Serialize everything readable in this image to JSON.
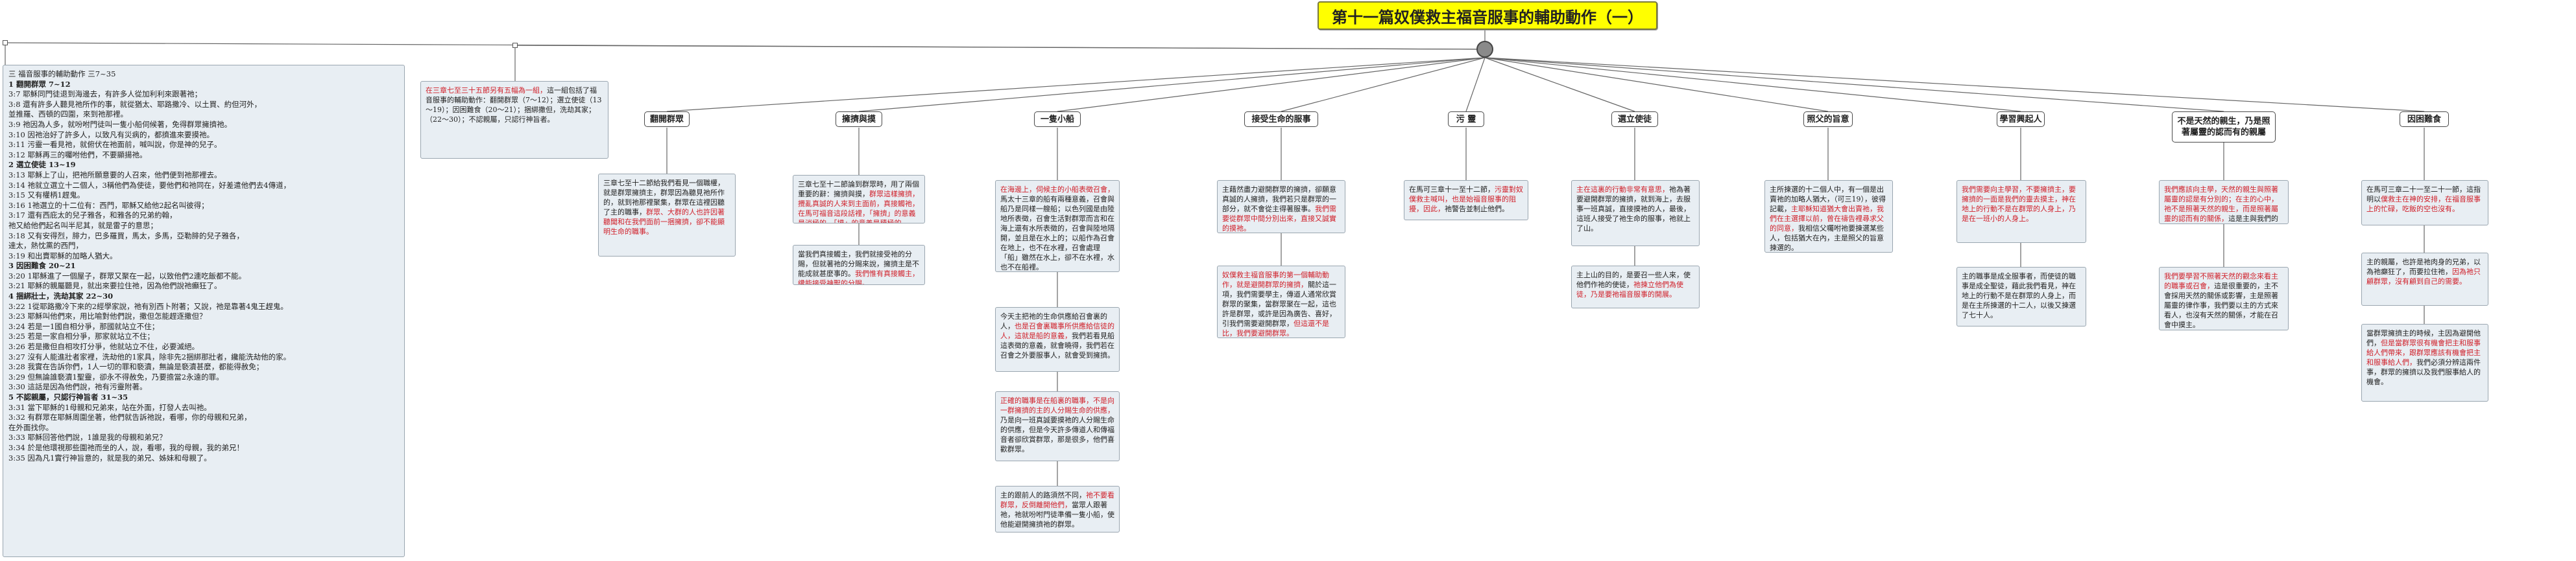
{
  "root": {
    "title": "第十一篇奴僕救主福音服事的輔助動作（一）"
  },
  "outline": {
    "title": "三  福音服事的輔助動作  三7~35",
    "lines": [
      {
        "t": "1    翻開群眾  7~12",
        "h": true
      },
      {
        "t": "3:7   耶穌同門徒退到海邊去，有許多人從加利利來跟著祂；"
      },
      {
        "t": "3:8   還有許多人聽見祂所作的事，就從猶太、耶路撒冷、以土買、約但河外，"
      },
      {
        "t": "並推羅、西頓的四圍，來到祂那裡。"
      },
      {
        "t": "3:9   祂因為人多，就吩咐門徒叫一隻小船伺候著，免得群眾擁擠祂。"
      },
      {
        "t": "3:10  因祂治好了許多人，以致凡有災病的，都擠進來要摸祂。"
      },
      {
        "t": "3:11  污靈一看見祂，就俯伏在祂面前，喊叫說，你是神的兒子。"
      },
      {
        "t": "3:12  耶穌再三的囑咐他們，不要顯揚祂。"
      },
      {
        "t": "2    選立使徒  13~19",
        "h": true
      },
      {
        "t": "3:13  耶穌上了山，把祂所願意要的人召來，他們便到祂那裡去。"
      },
      {
        "t": "3:14  祂就立選立十二個人，3稱他們為使徒，要他們和祂同在，好差遣他們去4傳道，"
      },
      {
        "t": "3:15  又有權柄1趕鬼。"
      },
      {
        "t": "3:16  1祂選立的十二位有：西門，耶穌又給他2起名叫彼得；"
      },
      {
        "t": "3:17  還有西庇太的兒子雅各，和雅各的兄弟約翰，"
      },
      {
        "t": "祂又給他們起名叫半尼其，就是雷子的意思；"
      },
      {
        "t": "3:18  又有安得烈，腓力，巴多羅買，馬太，多馬，亞勒腓的兒子雅各，"
      },
      {
        "t": "達太，熱忱黨的西門，"
      },
      {
        "t": "3:19  和出賣耶穌的加略人猶大。"
      },
      {
        "t": "3    因困難食  20~21",
        "h": true
      },
      {
        "t": "3:20  1耶穌進了一個屋子，群眾又聚在一起，以致他們2連吃飯都不能。"
      },
      {
        "t": "3:21  耶穌的親屬聽見，就出來要拉住祂，因為他們說祂癲狂了。"
      },
      {
        "t": "4    捆綁壯士，洗劫其家  22~30",
        "h": true
      },
      {
        "t": "3:22  1從耶路撒冷下來的2經學家說，祂有別西卜附著；又說，祂是靠著4鬼王趕鬼。"
      },
      {
        "t": "3:23  耶穌叫他們來，用比喻對他們說，撒但怎能趕逐撒但？"
      },
      {
        "t": "3:24  若是一1國自相分爭，那國就站立不住；"
      },
      {
        "t": "3:25  若是一家自相分爭，那家就站立不住；"
      },
      {
        "t": "3:26  若是撒但自相攻打分爭，他就站立不住，必要滅絕。"
      },
      {
        "t": "3:27  沒有人能進壯者家裡，洗劫他的1家具，除非先2捆綁那壯者，纔能洗劫他的家。"
      },
      {
        "t": "3:28  我實在告訴你們，1人一切的罪和褻瀆，無論是褻瀆甚麼，都能得赦免；"
      },
      {
        "t": "3:29  但無論誰褻瀆1聖靈，卻永不得赦免，乃要擔當2永遠的罪。"
      },
      {
        "t": "3:30  這話是因為他們說，祂有污靈附著。"
      },
      {
        "t": "5    不認親屬，只認行神旨者  31~35",
        "h": true
      },
      {
        "t": "3:31  當下耶穌的1母親和兄弟來，站在外面，打發人去叫祂。"
      },
      {
        "t": "3:32  有群眾在耶穌周圍坐著，他們就告訴祂說，看哪，你的母親和兄弟，"
      },
      {
        "t": "在外面找你。"
      },
      {
        "t": "3:33  耶穌回答他們說，1誰是我的母親和弟兄？"
      },
      {
        "t": "3:34  於是他環視那些圍祂而坐的人，說，看哪，我的母親，我的弟兄！"
      },
      {
        "t": "3:35  因為凡1實行神旨意的，就是我的弟兄、姊妹和母親了。"
      }
    ]
  },
  "intro_note": {
    "red": "在三章七至三十五節另有五幅為一組，",
    "black": "這一組包括了福音服事的輔助動作：翻開群眾（7～12）；選立使徒（13～19）；因困難食（20～21）；捆綁撒但，洗劫其家；（22～30）；不認親屬，只認行神旨者。"
  },
  "topics": [
    {
      "id": "t1",
      "label": "翻開群眾"
    },
    {
      "id": "t2",
      "label": "擁擠與摸"
    },
    {
      "id": "t3",
      "label": "一隻小船"
    },
    {
      "id": "t4",
      "label": "接受生命的服事"
    },
    {
      "id": "t5",
      "label": "污 靈"
    },
    {
      "id": "t6",
      "label": "選立使徒"
    },
    {
      "id": "t7",
      "label": "照父的旨意"
    },
    {
      "id": "t8",
      "label": "學習興起人"
    },
    {
      "id": "t9",
      "label": "不是天然的親生，乃是照著屬靈的認而有的親屬"
    },
    {
      "id": "t10",
      "label": "因困難食"
    }
  ],
  "notes": {
    "n1": {
      "segs": [
        {
          "c": "black",
          "t": "三章七至十二節給我們看見一個職權，就是群眾擁擠主，群眾因為聽見祂所作的，就到祂那裡聚集，群眾在這裡因聽了主的職事，"
        },
        {
          "c": "red",
          "t": "群眾、大群的人也許因著聽聞和在我們面前一捆擁擠，卻不能顯明生命的職事。"
        }
      ]
    },
    "n2a": {
      "segs": [
        {
          "c": "black",
          "t": "三章七至十二節論到群眾時，用了兩個重要的辭：擁擠與摸，"
        },
        {
          "c": "red",
          "t": "群眾這樣擁擠，攪亂真誠的人來到主面前，真接觸祂，在馬可福音這段話裡，「擁擠」的意義是消極的，「摸」的意義是積極的。"
        }
      ]
    },
    "n2b": {
      "segs": [
        {
          "c": "black",
          "t": "當我們真接觸主，我們就接受祂的分賜，但就著祂的分賜來說，擁擠主是不能成就甚麼事的。"
        },
        {
          "c": "red",
          "t": "我們惟有真接觸主，纔能接受神聖的分賜。"
        }
      ]
    },
    "n3a": {
      "segs": [
        {
          "c": "red",
          "t": "在海邊上，伺候主的小船表徵召會，"
        },
        {
          "c": "black",
          "t": "馬太十三章的船有兩種意義，召會與船乃是同樣一艘船；以色列國是由陸地所表徵，召會生活對群眾而言和在海上還有水所表徵的，召會與陸地隔開，並且是在水上的；以船作為召會在地上，也不在水裡，召會處理「船」雖然在水上，卻不在水裡，水也不在船裡。"
        }
      ]
    },
    "n3b": {
      "segs": [
        {
          "c": "black",
          "t": "今天主把祂的生命供應給召會裏的人，"
        },
        {
          "c": "red",
          "t": "也是召會裏職事所供應給信徒的人，這就是船的意義，"
        },
        {
          "c": "black",
          "t": "我們若看見船這表徵的意義，就會曉得，我們若在召會之外要服事人，就會受到擁擠。"
        }
      ]
    },
    "n3c": {
      "segs": [
        {
          "c": "red",
          "t": "正確的職事是在船裏的職事，不是向一群擁擠的主的人分賜生命的供應，"
        },
        {
          "c": "black",
          "t": "乃是向一班真誠要摸祂的人分賜生命的供應，但是今天許多傳道人和傳福音者卻欣賞群眾，那是很多，他們喜歡群眾。"
        }
      ]
    },
    "n3d": {
      "segs": [
        {
          "c": "black",
          "t": "主的跟前人的路須然不同，"
        },
        {
          "c": "red",
          "t": "祂不要看群眾，反倒離開他們，"
        },
        {
          "c": "black",
          "t": "當眾人跟著祂，祂就吩咐門徒準備一隻小船，使他能避開擁擠祂的群眾。"
        }
      ]
    },
    "n4a": {
      "segs": [
        {
          "c": "black",
          "t": "主藉然盡力避開群眾的擁擠，卻願意真誠的人擁擠，我們若只是群眾的一部分，就不會從主得著服事。"
        },
        {
          "c": "red",
          "t": "我們需要從群眾中間分別出來，直接又誠實的摸祂。"
        }
      ]
    },
    "n4b": {
      "segs": [
        {
          "c": "red",
          "t": "奴僕救主福音服事的第一個輔助動作，就是避開群眾的擁擠，"
        },
        {
          "c": "black",
          "t": "關於這一項，我們需要學主，傳道人通常欣賞群眾的聚集，當群眾聚在一起，這也許是群眾，或許是因為廣告、喜好，引我們需要避開群眾，"
        },
        {
          "c": "red",
          "t": "但這還不是比，我們要避開群眾。"
        }
      ]
    },
    "n5": {
      "segs": [
        {
          "c": "black",
          "t": "在馬可三章十一至十二節，"
        },
        {
          "c": "red",
          "t": "污靈對奴僕救主喊叫，也是始福音服事的阻擾，因此，"
        },
        {
          "c": "black",
          "t": "祂警告並制止他們。"
        }
      ]
    },
    "n6a": {
      "segs": [
        {
          "c": "red",
          "t": "主在這裏的行動非常有意思，"
        },
        {
          "c": "black",
          "t": "祂為著要避開群眾的擁擠，就到海上，去服事一班真誠，直接摸祂的人，最後，這班人接受了祂生命的服事，祂就上了山。"
        }
      ]
    },
    "n6b": {
      "segs": [
        {
          "c": "black",
          "t": "主上山的目的，是要召一些人來，使他們作祂的使徒，"
        },
        {
          "c": "red",
          "t": "祂揀立他們為使徒，乃是要祂福音服事的開展。"
        }
      ]
    },
    "n7": {
      "segs": [
        {
          "c": "black",
          "t": "主所揀選的十二個人中，有一個是出賣祂的加略人猶大，（可三19），彼得記載，"
        },
        {
          "c": "red",
          "t": "主耶穌知道猶大會出賣祂，我們在主選擇以前，曾在禱告裡尋求父的同意，"
        },
        {
          "c": "black",
          "t": "我相信父囑咐祂要揀選某些人，包括猶大在內，主是照父的旨意揀選的。"
        }
      ]
    },
    "n8a": {
      "segs": [
        {
          "c": "red",
          "t": "我們需要向主學習，不要擁擠主，要擁擠的一面是我們的靈去摸主，神在地上的行動不是在群眾的人身上，乃是在一班小的人身上。"
        }
      ]
    },
    "n8b": {
      "segs": [
        {
          "c": "black",
          "t": "主的職事是成全服事者，而使徒的職事是成全聖徒，藉此我們看見，神在地上的行動不是在群眾的人身上，而是在主所揀選的十二人，以後又揀選了七十人。"
        }
      ]
    },
    "n9": {
      "segs": [
        {
          "c": "red",
          "t": "我們應該向主學，天然的親生與照著屬靈的認是有分別的；在主的心中，祂不是照著天然的親生，而是照著屬靈的認而有的關係，"
        },
        {
          "c": "black",
          "t": "這是主與我們的關係。"
        }
      ]
    },
    "n9b": {
      "segs": [
        {
          "c": "red",
          "t": "我們要學習不照著天然的觀念來看主的職事或召會，"
        },
        {
          "c": "black",
          "t": "這是很重要的，主不會採用天然的關係或影響，主是照著屬靈的律作事，我們要以主的方式來看人，也沒有天然的關係，才能在召會中摸主。"
        }
      ]
    },
    "n10a": {
      "segs": [
        {
          "c": "black",
          "t": "在馬可三章二十一至二十一節，這指明以"
        },
        {
          "c": "red",
          "t": "僕救主在神的安排，在福音服事上的忙碌，吃飯的空也沒有。"
        }
      ]
    },
    "n10b": {
      "segs": [
        {
          "c": "black",
          "t": "主的親屬，也許是祂肉身的兄弟，以為祂癲狂了，而要拉住祂，"
        },
        {
          "c": "red",
          "t": "因為祂只顧群眾，沒有顧到自己的需要。"
        }
      ]
    },
    "n10c": {
      "segs": [
        {
          "c": "black",
          "t": "當群眾擁擠主的時候，主因為避開他們，"
        },
        {
          "c": "red",
          "t": "但是當群眾很有機會把主和服事給人們帶來，跟群眾應該有機會把主和服事給人們，"
        },
        {
          "c": "black",
          "t": "我們必須分辨這兩件事，群眾的擁擠以及我們服事給人的機會。"
        }
      ]
    }
  },
  "colors": {
    "root_bg": "#ffff00",
    "note_bg": "#e8eef3",
    "accent_red": "#d0202a",
    "line": "#666666"
  }
}
